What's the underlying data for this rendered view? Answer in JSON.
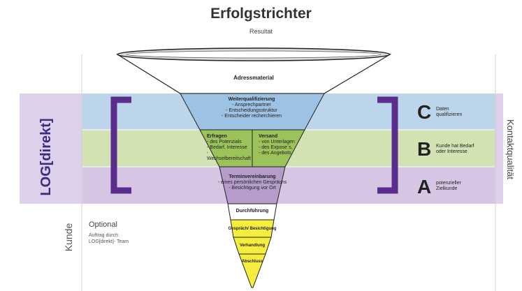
{
  "title": "Erfolgstrichter",
  "subtitle": "Resultat",
  "left_label_log": "LOG[direkt]",
  "left_label_kunde": "Kunde",
  "right_label": "Kontaktqualität",
  "optional": {
    "title": "Optional",
    "lines": [
      "Auftrag durch",
      "LOG[direkt]- Team"
    ]
  },
  "funnel": {
    "adressmaterial": "Adressmaterial",
    "weiterqualifizierung": {
      "title": "Weiterqualifizierung",
      "lines": [
        "- Ansprechpartner",
        "- Entscheidungsstruktur",
        "- Entscheider recherchieren"
      ]
    },
    "erfragen": {
      "title": "Erfragen",
      "lines": [
        "- des Potenzials",
        "- Bedarf, Interesse",
        "- Wechselbereitschaft"
      ]
    },
    "versand": {
      "title": "Versand",
      "lines": [
        "- von Unterlagen",
        "- des Expose´s,",
        "- des Angebots"
      ]
    },
    "terminvereinbarung": {
      "title": "Terminvereinbarung",
      "lines": [
        "- eines  persönlichen Gesprächs",
        "- Besichtigung vor Ort"
      ]
    },
    "durchfuehrung": "Durchführung",
    "gespraech": "Gespräch/ Besichtigung",
    "verhandlung": "Verhandlung",
    "abschluss": "Abschluss"
  },
  "grades": [
    {
      "letter": "C",
      "lines": [
        "Daten",
        "qualifizieren"
      ]
    },
    {
      "letter": "B",
      "lines": [
        "Kunde hat Bedarf",
        "oder Interesse"
      ]
    },
    {
      "letter": "A",
      "lines": [
        "potenzieller",
        "Zielkunde"
      ]
    }
  ],
  "colors": {
    "band_purple": "#d9cbe6",
    "tier_blue": "#9cc3e4",
    "band_blue": "#bfd7ec",
    "tier_green": "#9cc25a",
    "band_green": "#d5e4b5",
    "tier_purple": "#b59ccb",
    "tier_yellow": "#f6ee3f",
    "bracket": "#5a2c8c"
  }
}
